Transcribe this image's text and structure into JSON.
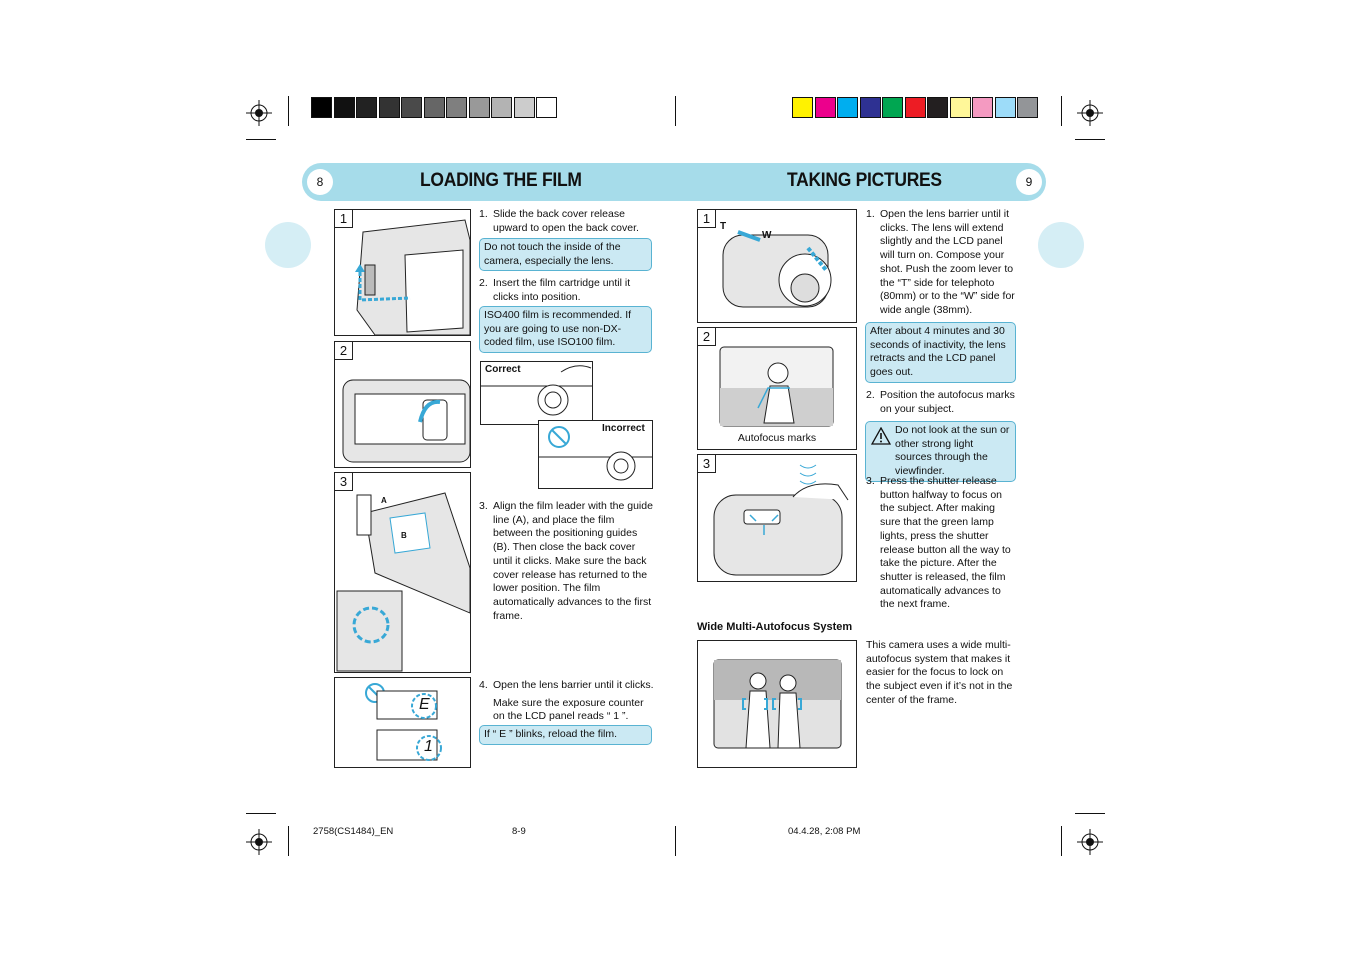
{
  "colors": {
    "header_band": "#a6dcea",
    "note_fill": "#cbe9f3",
    "note_border": "#59b3d2",
    "gray_bar": [
      "#000000",
      "#111111",
      "#222222",
      "#333333",
      "#4a4a4a",
      "#666666",
      "#7f7f7f",
      "#999999",
      "#b3b3b3",
      "#cccccc",
      "#ffffff"
    ],
    "color_bar": [
      "#fff200",
      "#ec008c",
      "#00aeef",
      "#2e3192",
      "#00a651",
      "#ed1c24",
      "#231f20",
      "#fff799",
      "#f49ac1",
      "#9ddcf9",
      "#939598"
    ]
  },
  "left": {
    "page_number": "8",
    "title": "LOADING THE FILM",
    "step1": "Slide the back cover release upward to open the back cover.",
    "note1": "Do not touch the inside of the camera, especially the lens.",
    "step2": "Insert the film cartridge until it clicks into position.",
    "note2": "ISO400 film is recommended. If you are going to use non-DX-coded film, use ISO100 film.",
    "correct_label": "Correct",
    "incorrect_label": "Incorrect",
    "step3": "Align the film leader with the guide line (A), and place the film between the positioning guides (B). Then close the back cover until it clicks. Make sure the back cover release has returned to the lower position. The film automatically advances to the first frame.",
    "step4": "Open the lens barrier until it clicks.",
    "step4b": "Make sure the exposure counter on the LCD panel reads “ 1 ”.",
    "note3": "If “ E ” blinks, reload the film.",
    "label_a": "A",
    "label_b": "B",
    "lcd_e": "E",
    "lcd_1": "1"
  },
  "right": {
    "page_number": "9",
    "title": "TAKING PICTURES",
    "step1": "Open the lens barrier until it clicks. The lens will extend slightly and the LCD panel will turn on. Compose your shot. Push the zoom lever to the “T” side for telephoto (80mm) or to the “W” side for wide angle (38mm).",
    "note1": "After about 4 minutes and 30 seconds of inactivity, the lens retracts and the LCD panel goes out.",
    "step2": "Position the autofocus marks on your subject.",
    "warning": "Do not look at the sun or other strong light sources through the viewfinder.",
    "step3": "Press the shutter release button halfway to focus on the subject. After making sure that the green lamp lights, press the shutter release button all the way to take the picture. After the shutter is released, the film automatically advances to the next frame.",
    "caption_af": "Autofocus marks",
    "label_t": "T",
    "label_w": "W",
    "subhead": "Wide Multi-Autofocus System",
    "wide_af": "This camera uses a wide multi-autofocus system that makes it easier for the focus to lock on the subject even if it’s not in the center of the frame."
  },
  "panel_numbers": [
    "1",
    "2",
    "3"
  ],
  "step_numbers": [
    "1.",
    "2.",
    "3.",
    "4."
  ],
  "footer": {
    "file": "2758(CS1484)_EN",
    "pages": "8-9",
    "date": "04.4.28, 2:08 PM"
  }
}
